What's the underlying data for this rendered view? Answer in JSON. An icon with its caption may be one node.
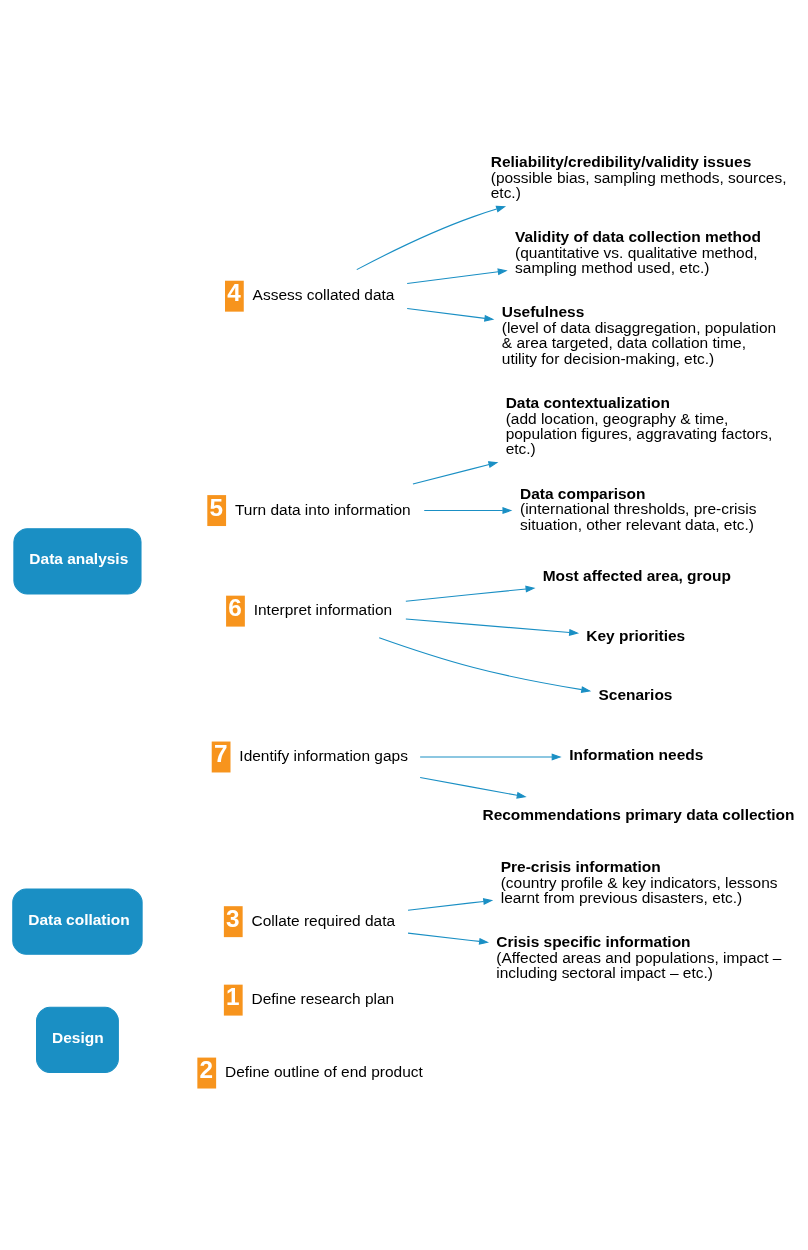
{
  "diagram": {
    "nodes": [
      {
        "text": [
          "Design"
        ]
      },
      {
        "text": [
          "1",
          "Define research plan"
        ]
      },
      {
        "text": [
          "2",
          "Define outline of end product"
        ]
      },
      {
        "text": [
          "Data collation"
        ]
      },
      {
        "text": [
          "3",
          "Collate required data"
        ]
      },
      {
        "text": [
          "Pre-crisis information",
          "(country profile & key indicators, lessons learnt from previous disasters, etc.)"
        ]
      },
      {
        "text": [
          "Crisis specific information",
          "(Affected areas and populations, impact – including sectoral impact – etc.)"
        ]
      },
      {
        "text": [
          "Data analysis"
        ]
      },
      {
        "text": [
          "4",
          "Assess collated data"
        ]
      },
      {
        "text": [
          "Reliability/credibility/validity issues",
          "(possible bias, sampling methods, sources, etc.)"
        ]
      },
      {
        "text": [
          "Validity of data collection method",
          "(quantitative vs. qualitative method, sampling method used, etc.)"
        ]
      },
      {
        "text": [
          "Usefulness",
          "(level of data disaggregation, population & area targeted, data collation time, utility for decision-making, etc.)"
        ]
      },
      {
        "text": [
          "5",
          "Turn data into information"
        ]
      },
      {
        "text": [
          "Data contextualization",
          "(add location, geography & time, population figures, aggravating factors, etc.)"
        ]
      },
      {
        "text": [
          "Data comparison",
          "(international thresholds, pre-crisis situation, other relevant data, etc.)"
        ]
      },
      {
        "text": [
          "6",
          "Interpret information"
        ]
      },
      {
        "text": [
          "Most affected area, group"
        ]
      },
      {
        "text": [
          "Key priorities"
        ]
      },
      {
        "text": [
          "Scenarios"
        ]
      },
      {
        "text": [
          "7",
          "Identify information gaps"
        ]
      },
      {
        "text": [
          "Information needs"
        ]
      },
      {
        "text": [
          "Recommendations primary data collection"
        ]
      }
    ],
    "edges": [
      {
        "from": 4,
        "to": 5,
        "arrow": "to"
      },
      {
        "from": 4,
        "to": 6,
        "arrow": "to"
      },
      {
        "from": 8,
        "to": 9,
        "arrow": "to"
      },
      {
        "from": 8,
        "to": 10,
        "arrow": "to"
      },
      {
        "from": 8,
        "to": 11,
        "arrow": "to"
      },
      {
        "from": 12,
        "to": 13,
        "arrow": "to"
      },
      {
        "from": 12,
        "to": 14,
        "arrow": "to"
      },
      {
        "from": 15,
        "to": 16,
        "arrow": "to"
      },
      {
        "from": 15,
        "to": 17,
        "arrow": "to"
      },
      {
        "from": 15,
        "to": 18,
        "arrow": "to"
      },
      {
        "from": 19,
        "to": 20,
        "arrow": "to"
      },
      {
        "from": 19,
        "to": 21,
        "arrow": "to"
      }
    ]
  }
}
